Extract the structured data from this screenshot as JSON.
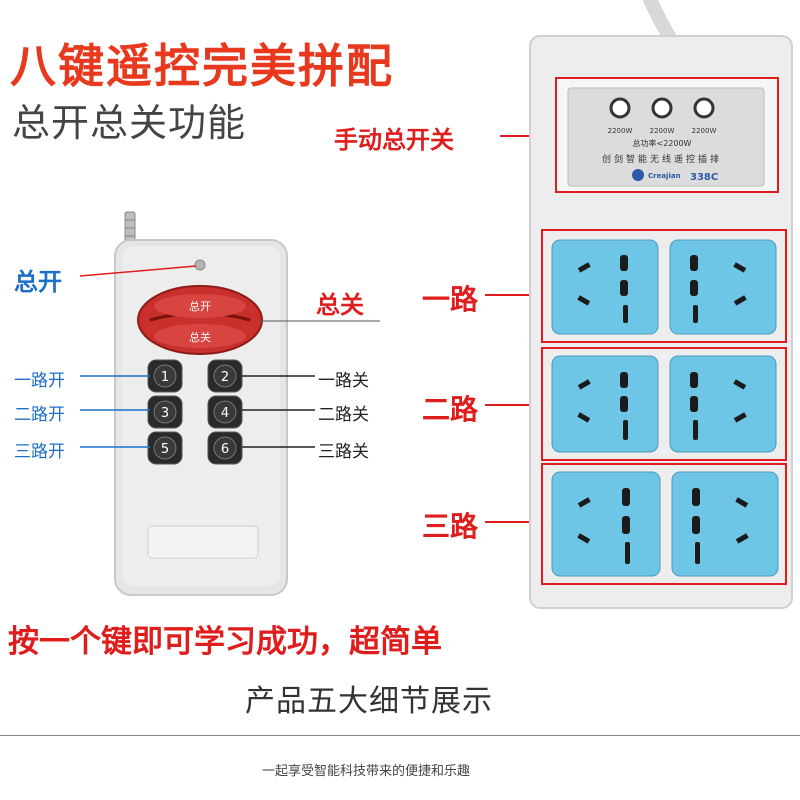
{
  "header": {
    "title": "八键遥控完美拼配",
    "subtitle": "总开总关功能"
  },
  "remote": {
    "top_button_label": "总开",
    "bottom_button_label": "总关",
    "keys": [
      "1",
      "2",
      "3",
      "4",
      "5",
      "6"
    ]
  },
  "labels": {
    "master_on": "总开",
    "master_off": "总关",
    "ch1_on": "一路开",
    "ch1_off": "一路关",
    "ch2_on": "二路开",
    "ch2_off": "二路关",
    "ch3_on": "三路开",
    "ch3_off": "三路关",
    "manual_switch": "手动总开关",
    "row1": "一路",
    "row2": "二路",
    "row3": "三路"
  },
  "power_strip": {
    "switch_ratings": [
      "2200W",
      "2200W",
      "2200W"
    ],
    "total_power": "总功率<2200W",
    "product_name": "创剑智能无线遥控插排",
    "brand": "Creajian",
    "model": "338C"
  },
  "footer": {
    "slogan": "按一个键即可学习成功，超简单",
    "details_title": "产品五大细节展示",
    "tagline": "一起享受智能科技带来的便捷和乐趣"
  },
  "colors": {
    "accent_red": "#e01d1d",
    "title_orange": "#e8391f",
    "socket_blue": "#6ec6e6",
    "label_blue": "#1c6fc8"
  }
}
